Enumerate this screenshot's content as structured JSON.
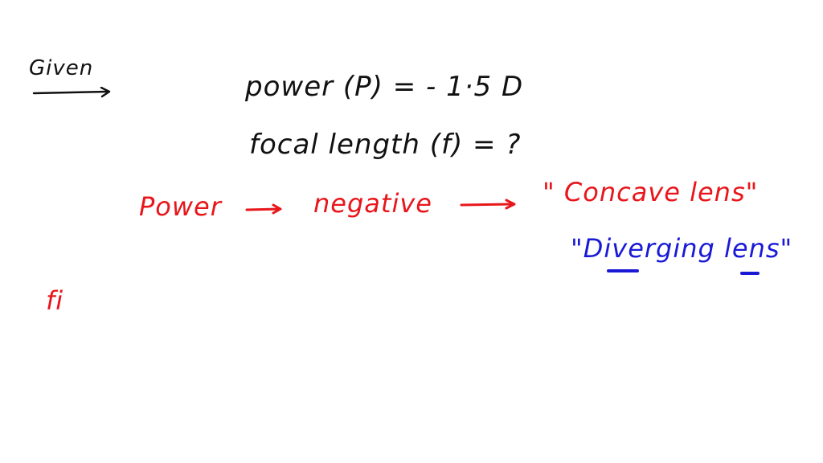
{
  "board": {
    "background": "#ffffff",
    "colors": {
      "black_ink": "#111111",
      "red_ink": "#e8161b",
      "blue_ink": "#1a1ad6"
    },
    "given_label": "Given",
    "given_arrow_icon": "right-arrow-icon",
    "given_power": "power (P) = - 1·5  D",
    "given_focal": "focal length (f) = ?",
    "reasoning": {
      "power_label": "Power",
      "arrow1": "→",
      "negative_label": "negative",
      "arrow2": "→",
      "concave_label": "\" Concave lens\"",
      "diverging_label": "\"Diverging lens\""
    },
    "partial_formula": "fi"
  }
}
